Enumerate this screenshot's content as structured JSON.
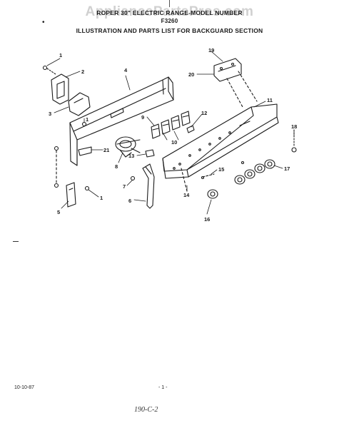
{
  "watermark": "AppliancePartsPros.com",
  "header": {
    "line1": "ROPER 30\" ELECTRIC RANGE-MODEL NUMBER",
    "line2": "F3260",
    "line3": "ILLUSTRATION AND PARTS LIST FOR BACKGUARD SECTION"
  },
  "diagram": {
    "callouts": [
      "1",
      "2",
      "3",
      "4",
      "1",
      "21",
      "5",
      "1",
      "8",
      "9",
      "10",
      "12",
      "13",
      "7",
      "6",
      "14",
      "15",
      "16",
      "17",
      "11",
      "18",
      "19",
      "20"
    ]
  },
  "footer": {
    "date": "10-10-87",
    "page": "- 1 -",
    "handwritten": "190-C-2"
  }
}
